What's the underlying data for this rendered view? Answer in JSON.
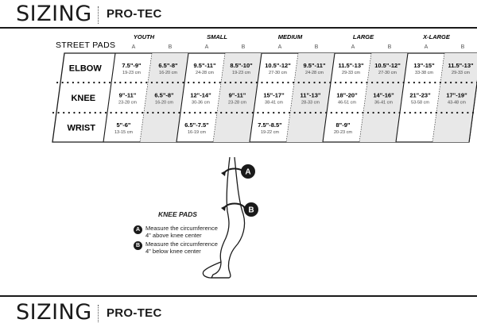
{
  "header": {
    "title": "SIZING",
    "brand": "PRO-TEC"
  },
  "footer": {
    "title": "SIZING",
    "brand": "PRO-TEC"
  },
  "chart_data": {
    "type": "table",
    "title": "STREET PADS",
    "sizes": [
      "YOUTH",
      "SMALL",
      "MEDIUM",
      "LARGE",
      "X-LARGE"
    ],
    "columns": [
      "A",
      "B",
      "A",
      "B",
      "A",
      "B",
      "A",
      "B",
      "A",
      "B"
    ],
    "rows": [
      {
        "name": "ELBOW",
        "cells": [
          {
            "in": "7.5\"-9\"",
            "cm": "19-23 cm"
          },
          {
            "in": "6.5\"-8\"",
            "cm": "16-20 cm"
          },
          {
            "in": "9.5\"-11\"",
            "cm": "24-28 cm"
          },
          {
            "in": "8.5\"-10\"",
            "cm": "19-23 cm"
          },
          {
            "in": "10.5\"-12\"",
            "cm": "27-30 cm"
          },
          {
            "in": "9.5\"-11\"",
            "cm": "24-28 cm"
          },
          {
            "in": "11.5\"-13\"",
            "cm": "29-33 cm"
          },
          {
            "in": "10.5\"-12\"",
            "cm": "27-30 cm"
          },
          {
            "in": "13\"-15\"",
            "cm": "33-38 cm"
          },
          {
            "in": "11.5\"-13\"",
            "cm": "29-33 cm"
          }
        ]
      },
      {
        "name": "KNEE",
        "cells": [
          {
            "in": "9\"-11\"",
            "cm": "23-28 cm"
          },
          {
            "in": "6.5\"-8\"",
            "cm": "16-20 cm"
          },
          {
            "in": "12\"-14\"",
            "cm": "30-36 cm"
          },
          {
            "in": "9\"-11\"",
            "cm": "23-28 cm"
          },
          {
            "in": "15\"-17\"",
            "cm": "38-41 cm"
          },
          {
            "in": "11\"-13\"",
            "cm": "28-33 cm"
          },
          {
            "in": "18\"-20\"",
            "cm": "46-51 cm"
          },
          {
            "in": "14\"-16\"",
            "cm": "36-41 cm"
          },
          {
            "in": "21\"-23\"",
            "cm": "53-58 cm"
          },
          {
            "in": "17\"-19\"",
            "cm": "43-48 cm"
          }
        ]
      },
      {
        "name": "WRIST",
        "cells": [
          {
            "in": "5\"-6\"",
            "cm": "13-15 cm"
          },
          null,
          {
            "in": "6.5\"-7.5\"",
            "cm": "16-19 cm"
          },
          null,
          {
            "in": "7.5\"-8.5\"",
            "cm": "19-22 cm"
          },
          null,
          {
            "in": "8\"-9\"",
            "cm": "20-23 cm"
          },
          null,
          null,
          null
        ]
      }
    ]
  },
  "knee_pads": {
    "title": "KNEE PADS",
    "items": [
      {
        "badge": "A",
        "line1": "Measure the circumference",
        "line2": "4\" above knee center"
      },
      {
        "badge": "B",
        "line1": "Measure the circumference",
        "line2": "4\" below knee center"
      }
    ],
    "figure_badges": [
      "A",
      "B"
    ]
  },
  "colors": {
    "ink": "#1a1a1a",
    "shade": "#e8e8e8",
    "paper": "#ffffff"
  }
}
